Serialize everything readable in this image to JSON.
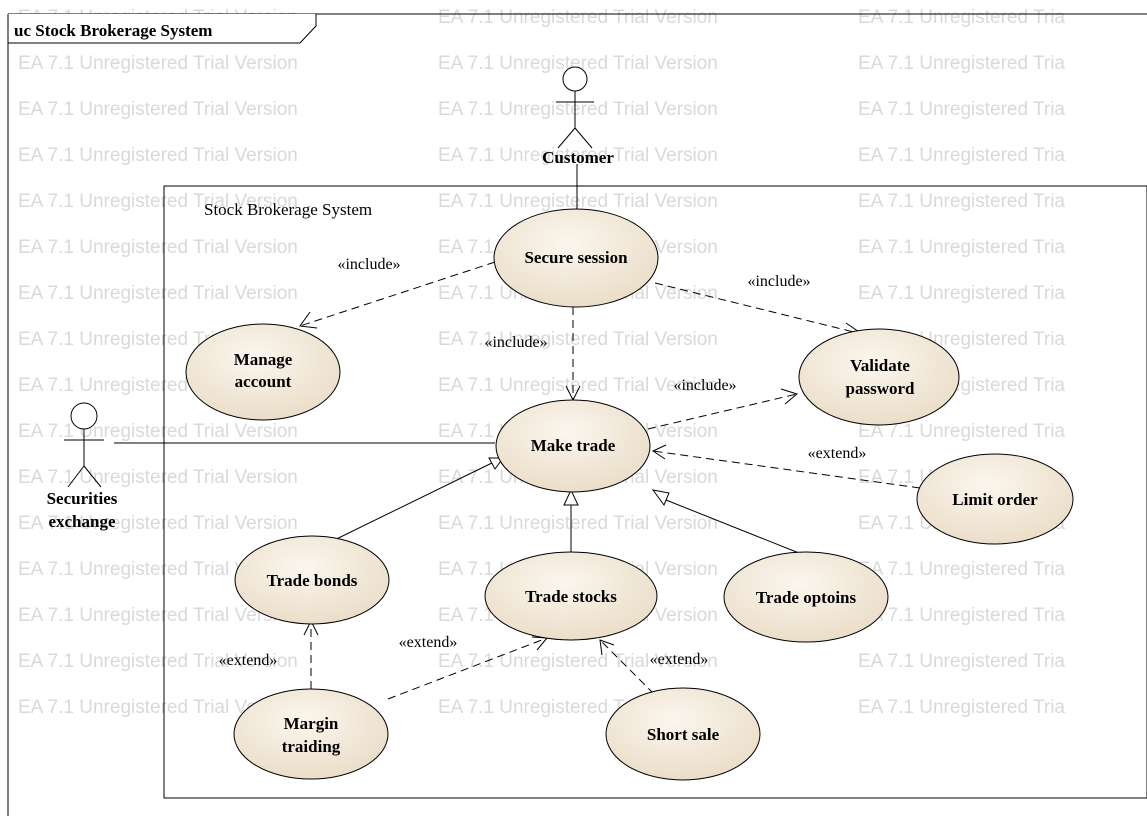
{
  "frame": {
    "title": "uc Stock Brokerage System"
  },
  "watermark": {
    "text_a": "EA 7.1 Unregistered Trial Version",
    "text_b": "EA 7.1 Unregistered Tria"
  },
  "boundary": {
    "title": "Stock Brokerage System"
  },
  "actors": {
    "customer": "Customer",
    "securities_exchange": [
      "Securities",
      "exchange"
    ]
  },
  "use_cases": {
    "secure_session": [
      "Secure session"
    ],
    "manage_account": [
      "Manage",
      "account"
    ],
    "validate_password": [
      "Validate",
      "password"
    ],
    "make_trade": [
      "Make trade"
    ],
    "limit_order": [
      "Limit order"
    ],
    "trade_bonds": [
      "Trade bonds"
    ],
    "trade_stocks": [
      "Trade stocks"
    ],
    "trade_options": [
      "Trade optoins"
    ],
    "margin_trading": [
      "Margin",
      "traiding"
    ],
    "short_sale": [
      "Short sale"
    ]
  },
  "relations": {
    "include_1": "«include»",
    "include_2": "«include»",
    "include_3": "«include»",
    "include_4": "«include»",
    "extend_1": "«extend»",
    "extend_2": "«extend»",
    "extend_3": "«extend»",
    "extend_4": "«extend»"
  },
  "colors": {
    "usecase_fill": "#f3ebdf",
    "stroke": "#000000",
    "watermark": "#d9d9d9"
  }
}
